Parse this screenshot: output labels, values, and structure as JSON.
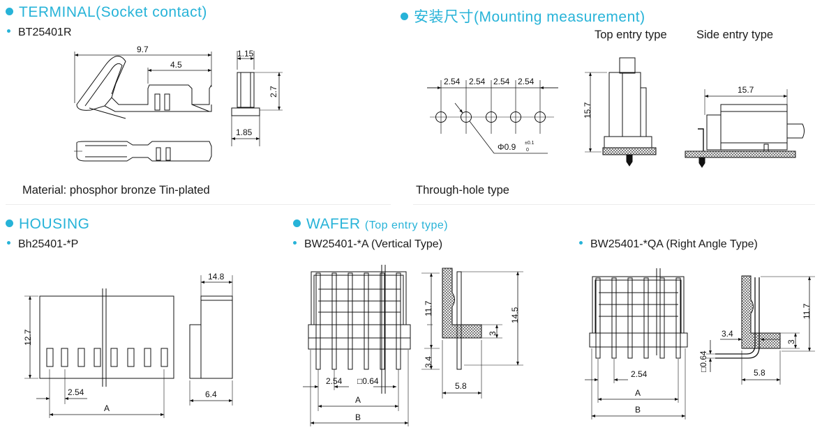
{
  "sections": {
    "terminal": {
      "title": "TERMINAL(Socket contact)",
      "part": "BT25401R",
      "material": "Material: phosphor bronze Tin-plated",
      "dims": {
        "length": "9.7",
        "crimp": "4.5",
        "width": "1.15",
        "height": "2.7",
        "base": "1.85"
      }
    },
    "mounting": {
      "title": "安装尺寸(Mounting measurement)",
      "top_entry": "Top entry type",
      "side_entry": "Side entry type",
      "through_hole": "Through-hole type",
      "pitch": "2.54",
      "hole_diameter": "Φ0.9",
      "tol_upper": "±0.1",
      "tol_lower": "0",
      "top_height": "15.7",
      "side_length": "15.7"
    },
    "housing": {
      "title": "HOUSING",
      "part": "Bh25401-*P",
      "dims": {
        "height": "12.7",
        "pitch": "2.54",
        "overall": "A",
        "depth_top": "14.8",
        "depth_bottom": "6.4"
      }
    },
    "wafer": {
      "title": "WAFER",
      "title_note": "(Top entry type)",
      "vertical_part": "BW25401-*A (Vertical Type)",
      "right_angle_part": "BW25401-*QA (Right Angle Type)",
      "vertical_dims": {
        "pin_height": "11.7",
        "lower": "3.4",
        "pitch": "2.54",
        "pin_size": "□0.64",
        "dim_a": "A",
        "dim_b": "B",
        "total_height": "14.5",
        "body": "3",
        "depth": "5.8"
      },
      "right_dims": {
        "pin_height": "11.7",
        "pitch": "2.54",
        "dim_a": "A",
        "dim_b": "B",
        "offset": "3.4",
        "body": "3",
        "pin_size": "□0.64",
        "depth": "5.8"
      }
    }
  }
}
